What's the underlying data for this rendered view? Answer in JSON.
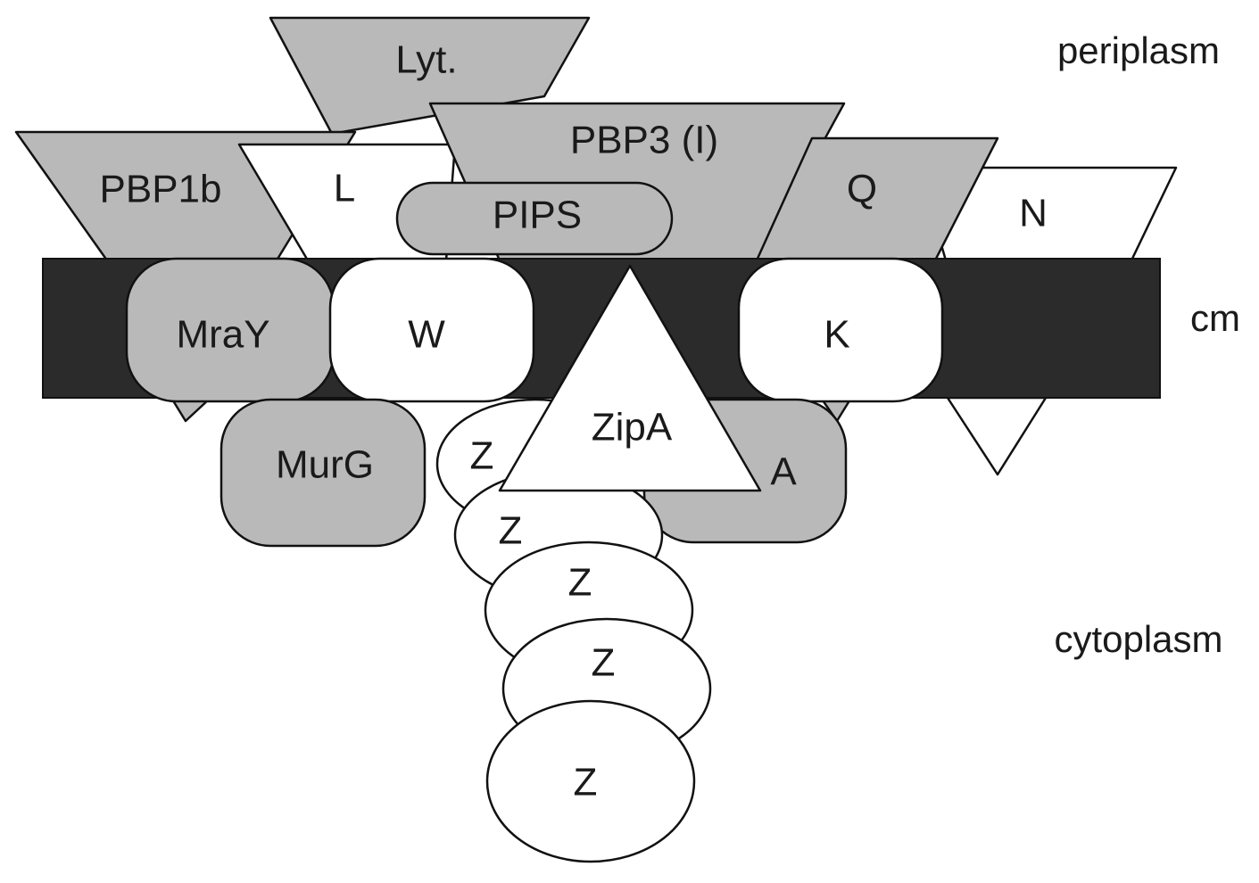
{
  "regions": {
    "periplasm": "periplasm",
    "membrane": "cm",
    "cytoplasm": "cytoplasm"
  },
  "proteins": {
    "lyt": "Lyt.",
    "pbp1b": "PBP1b",
    "l": "L",
    "pbp3": "PBP3 (I)",
    "pips": "PIPS",
    "q": "Q",
    "n": "N",
    "mray": "MraY",
    "w": "W",
    "k": "K",
    "zipa": "ZipA",
    "murg": "MurG",
    "a": "A",
    "z": [
      "Z",
      "Z",
      "Z",
      "Z",
      "Z"
    ]
  },
  "colors": {
    "gray_protein": "#b9b9b9",
    "white_protein": "#ffffff",
    "membrane": "#2b2b2b",
    "outline": "#111111"
  }
}
